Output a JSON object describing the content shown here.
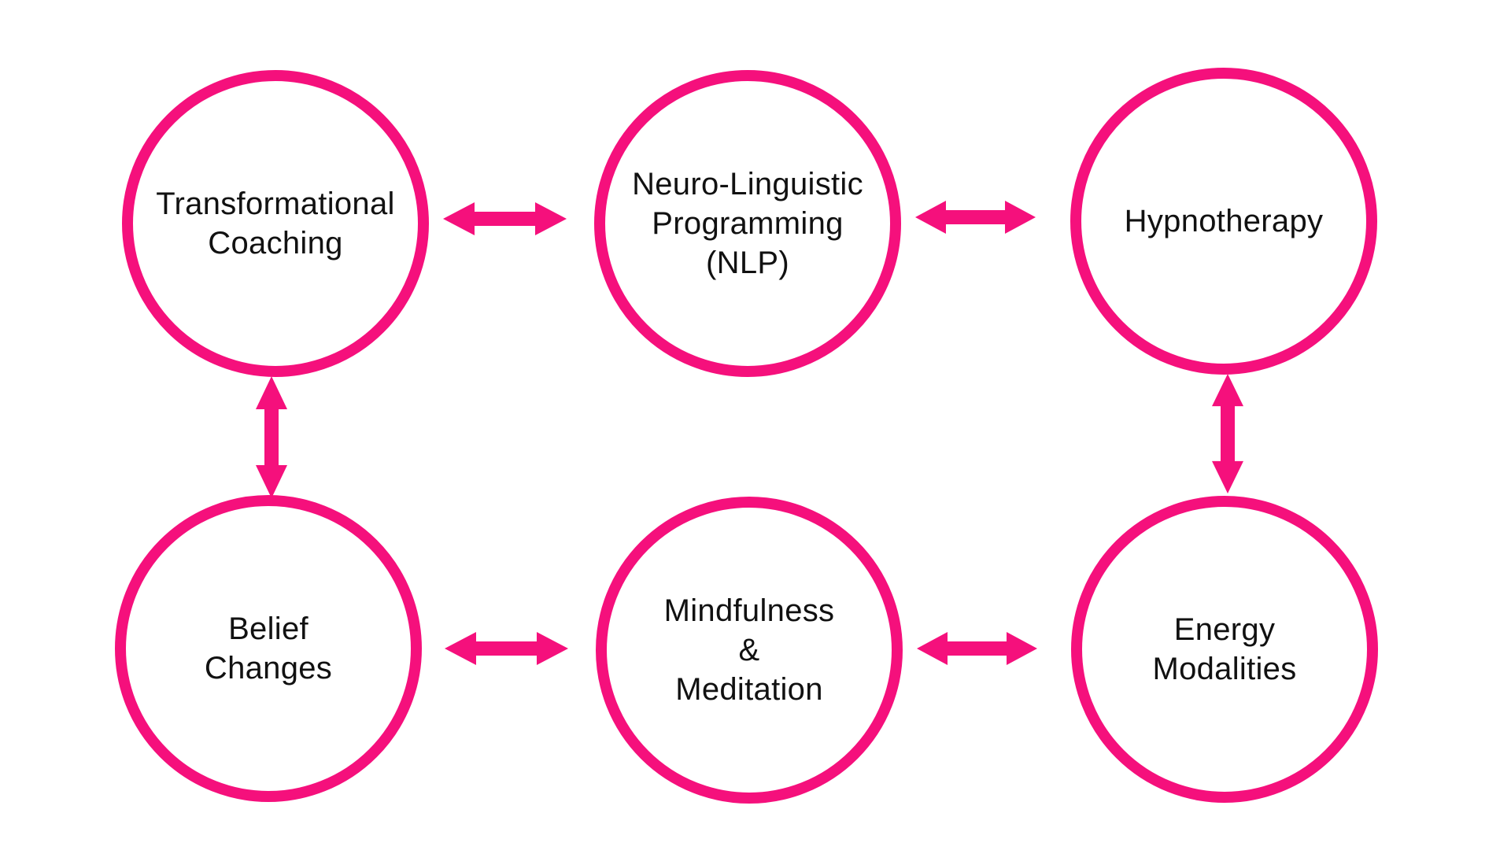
{
  "colors": {
    "accent": "#F5107C",
    "text": "#111111",
    "background": "#FFFFFF"
  },
  "diagram": {
    "description": "Six therapy modalities shown as circles linked by bidirectional arrows",
    "nodes": [
      {
        "id": "transformational-coaching",
        "lines": [
          "Transformational",
          "Coaching"
        ]
      },
      {
        "id": "nlp",
        "lines": [
          "Neuro-Linguistic",
          "Programming",
          "(NLP)"
        ]
      },
      {
        "id": "hypnotherapy",
        "lines": [
          "Hypnotherapy"
        ]
      },
      {
        "id": "belief-changes",
        "lines": [
          "Belief",
          "Changes"
        ]
      },
      {
        "id": "mindfulness-meditation",
        "lines": [
          "Mindfulness",
          "&",
          "Meditation"
        ]
      },
      {
        "id": "energy-modalities",
        "lines": [
          "Energy",
          "Modalities"
        ]
      }
    ],
    "connections": [
      {
        "from": "transformational-coaching",
        "to": "nlp",
        "direction": "bidirectional",
        "orientation": "horizontal"
      },
      {
        "from": "nlp",
        "to": "hypnotherapy",
        "direction": "bidirectional",
        "orientation": "horizontal"
      },
      {
        "from": "transformational-coaching",
        "to": "belief-changes",
        "direction": "bidirectional",
        "orientation": "vertical"
      },
      {
        "from": "hypnotherapy",
        "to": "energy-modalities",
        "direction": "bidirectional",
        "orientation": "vertical"
      },
      {
        "from": "belief-changes",
        "to": "mindfulness-meditation",
        "direction": "bidirectional",
        "orientation": "horizontal"
      },
      {
        "from": "mindfulness-meditation",
        "to": "energy-modalities",
        "direction": "bidirectional",
        "orientation": "horizontal"
      }
    ]
  }
}
